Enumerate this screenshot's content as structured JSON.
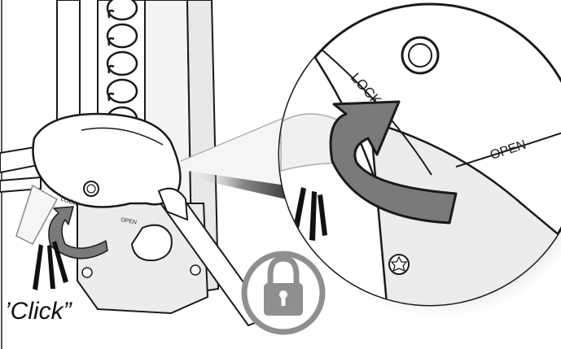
{
  "labels": {
    "lock_small": "LOCK",
    "open_small": "OPEN",
    "lock_large": "LOCK",
    "open_large": "OPEN",
    "click": "’Click”"
  },
  "icons": {
    "padlock": "padlock-icon",
    "rotate_arrow": "curved-arrow-icon"
  },
  "colors": {
    "arrow_fill": "#7a7a7a",
    "lock_badge": "#8f8f8f",
    "outline": "#1a1a1a",
    "frame_border": "#555555"
  }
}
